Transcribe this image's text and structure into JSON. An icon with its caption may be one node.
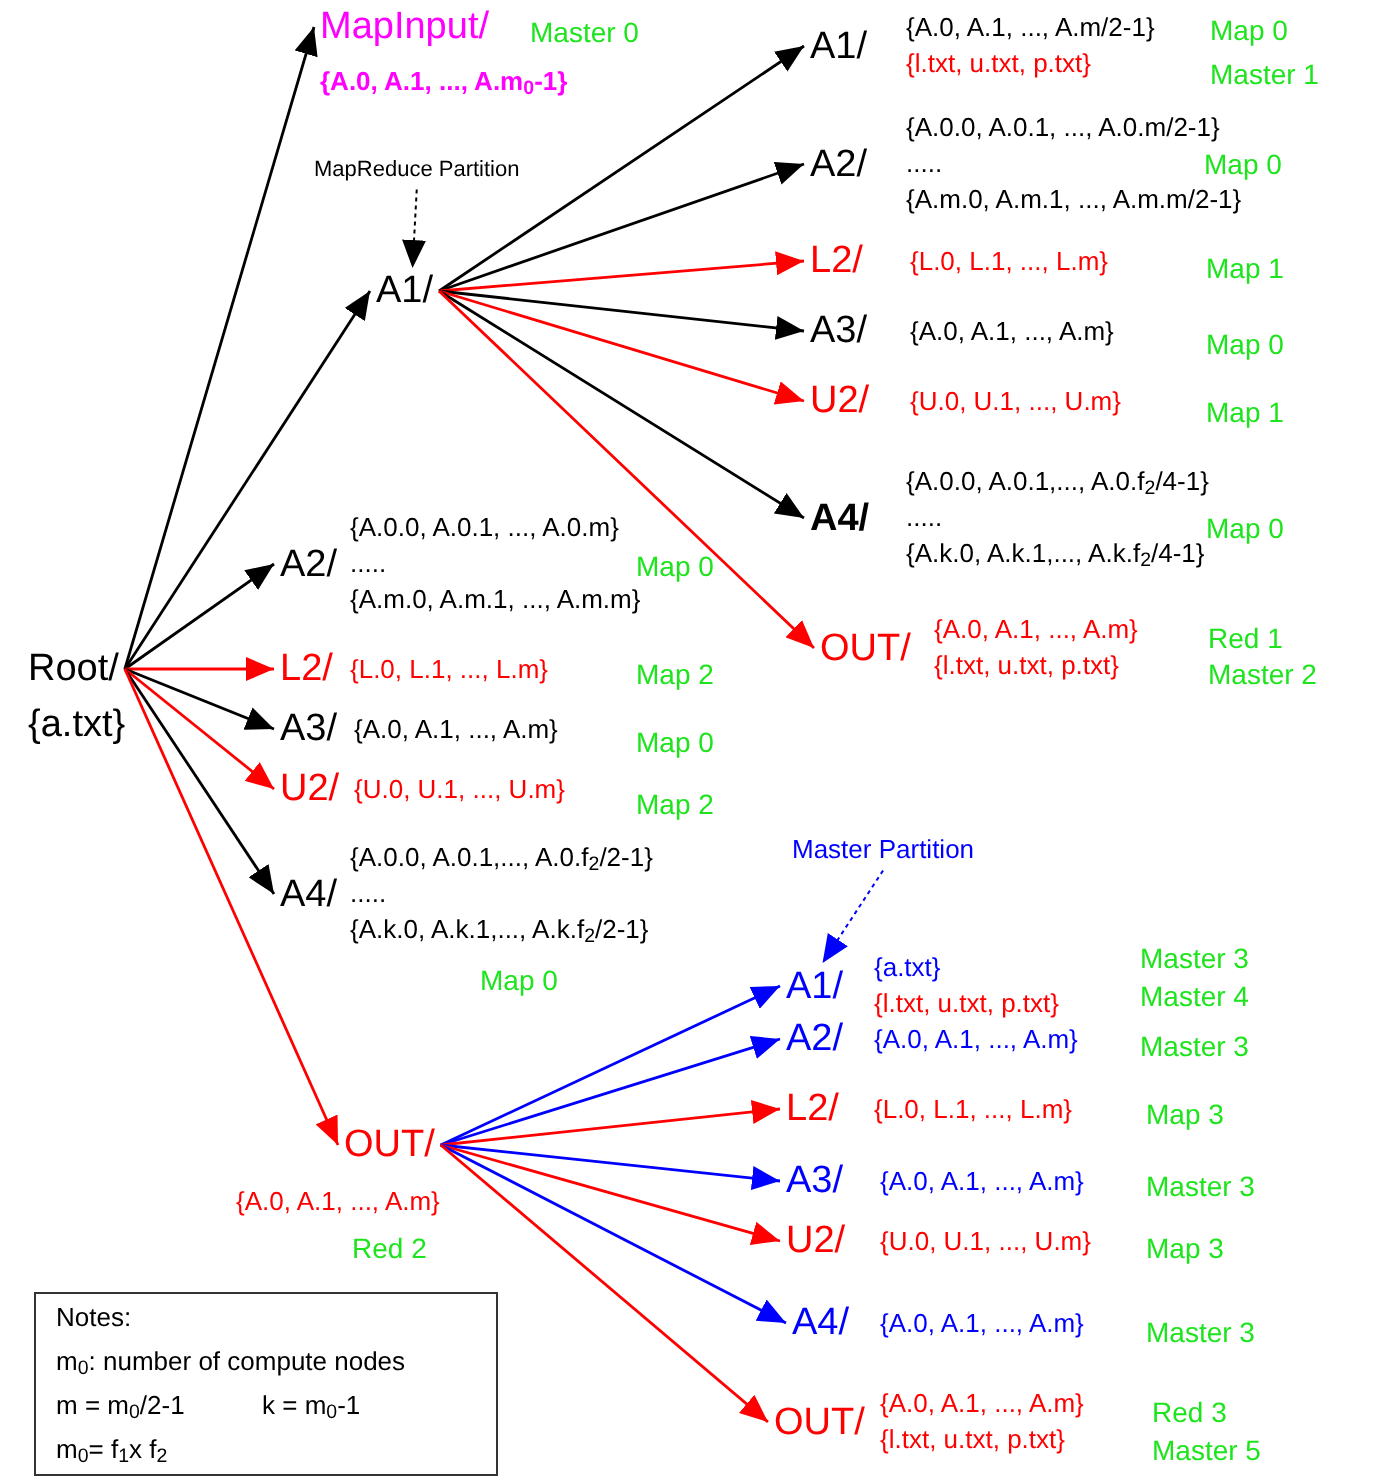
{
  "diagram": {
    "nodes": [
      {
        "text": [
          "Root/",
          "{a.txt}"
        ]
      },
      {
        "text": [
          "MapInput/",
          "{A.0, A.1, ..., A.m$_{0}$-1}"
        ],
        "beside": [
          "Master 0"
        ]
      },
      {
        "text": [
          "A1/"
        ]
      },
      {
        "text": [
          "MapReduce Partition"
        ]
      },
      {
        "text": [
          "A1/",
          "{A.0, A.1, ..., A.m/2-1}",
          "{l.txt, u.txt, p.txt}"
        ],
        "beside": [
          "Map 0",
          "Master 1"
        ]
      },
      {
        "text": [
          "A2/",
          "{A.0.0, A.0.1, ..., A.0.m/2-1}",
          ".....",
          "{A.m.0, A.m.1, ..., A.m.m/2-1}"
        ],
        "beside": [
          "Map 0"
        ]
      },
      {
        "text": [
          "L2/",
          "{L.0, L.1, ..., L.m}"
        ],
        "beside": [
          "Map 1"
        ]
      },
      {
        "text": [
          "A3/",
          "{A.0, A.1, ..., A.m}"
        ],
        "beside": [
          "Map 0"
        ]
      },
      {
        "text": [
          "U2/",
          "{U.0, U.1, ..., U.m}"
        ],
        "beside": [
          "Map 1"
        ]
      },
      {
        "text": [
          "A4/",
          "{A.0.0, A.0.1,..., A.0.f$_{2}$/4-1}",
          ".....",
          "{A.k.0, A.k.1,..., A.k.f$_{2}$/4-1}"
        ],
        "beside": [
          "Map 0"
        ]
      },
      {
        "text": [
          "OUT/",
          "{A.0, A.1, ..., A.m}",
          "{l.txt, u.txt, p.txt}"
        ],
        "beside": [
          "Red 1",
          "Master 2"
        ]
      },
      {
        "text": [
          "A2/",
          "{A.0.0, A.0.1, ..., A.0.m}",
          ".....",
          "{A.m.0, A.m.1, ..., A.m.m}"
        ],
        "beside": [
          "Map 0"
        ]
      },
      {
        "text": [
          "L2/",
          "{L.0, L.1, ..., L.m}"
        ],
        "beside": [
          "Map 2"
        ]
      },
      {
        "text": [
          "A3/",
          "{A.0, A.1, ..., A.m}"
        ],
        "beside": [
          "Map 0"
        ]
      },
      {
        "text": [
          "U2/",
          "{U.0, U.1, ..., U.m}"
        ],
        "beside": [
          "Map 2"
        ]
      },
      {
        "text": [
          "A4/",
          "{A.0.0, A.0.1,..., A.0.f$_{2}$/2-1}",
          ".....",
          "{A.k.0, A.k.1,..., A.k.f$_{2}$/2-1}"
        ],
        "beside": [
          "Map 0"
        ]
      },
      {
        "text": [
          "OUT/",
          "{A.0, A.1, ..., A.m}"
        ],
        "beside": [
          "Red 2"
        ]
      },
      {
        "text": [
          "Master Partition"
        ]
      },
      {
        "text": [
          "A1/",
          "{a.txt}",
          "{l.txt, u.txt, p.txt}"
        ],
        "beside": [
          "Master 3",
          "Master 4"
        ]
      },
      {
        "text": [
          "A2/",
          "{A.0, A.1, ..., A.m}"
        ],
        "beside": [
          "Master 3"
        ]
      },
      {
        "text": [
          "L2/",
          "{L.0, L.1, ..., L.m}"
        ],
        "beside": [
          "Map 3"
        ]
      },
      {
        "text": [
          "A3/",
          "{A.0, A.1, ..., A.m}"
        ],
        "beside": [
          "Master 3"
        ]
      },
      {
        "text": [
          "U2/",
          "{U.0, U.1, ..., U.m}"
        ],
        "beside": [
          "Map 3"
        ]
      },
      {
        "text": [
          "A4/",
          "{A.0, A.1, ..., A.m}"
        ],
        "beside": [
          "Master 3"
        ]
      },
      {
        "text": [
          "OUT/",
          "{A.0, A.1, ..., A.m}",
          "{l.txt, u.txt, p.txt}"
        ],
        "beside": [
          "Red 3",
          "Master 5"
        ]
      },
      {
        "text": [
          "Notes:",
          "m$_{0}$: number of compute nodes",
          "m = m$_{0}$/2-1",
          "k = m$_{0}$-1",
          "m$_{0}$= f$_{1}$x f$_{2}$"
        ]
      }
    ],
    "edges": [
      {
        "from": 0,
        "to": 1,
        "arrow": "to"
      },
      {
        "from": 0,
        "to": 2,
        "arrow": "to"
      },
      {
        "from": 0,
        "to": 11,
        "arrow": "to"
      },
      {
        "from": 0,
        "to": 12,
        "arrow": "to",
        "color": "#ff0000"
      },
      {
        "from": 0,
        "to": 13,
        "arrow": "to"
      },
      {
        "from": 0,
        "to": 14,
        "arrow": "to",
        "color": "#ff0000"
      },
      {
        "from": 0,
        "to": 15,
        "arrow": "to"
      },
      {
        "from": 0,
        "to": 16,
        "arrow": "to",
        "color": "#ff0000"
      },
      {
        "from": 3,
        "to": 2,
        "arrow": "to",
        "style": "dashed"
      },
      {
        "from": 2,
        "to": 4,
        "arrow": "to"
      },
      {
        "from": 2,
        "to": 5,
        "arrow": "to"
      },
      {
        "from": 2,
        "to": 6,
        "arrow": "to",
        "color": "#ff0000"
      },
      {
        "from": 2,
        "to": 7,
        "arrow": "to"
      },
      {
        "from": 2,
        "to": 8,
        "arrow": "to",
        "color": "#ff0000"
      },
      {
        "from": 2,
        "to": 9,
        "arrow": "to"
      },
      {
        "from": 2,
        "to": 10,
        "arrow": "to",
        "color": "#ff0000"
      },
      {
        "from": 17,
        "to": 18,
        "arrow": "to",
        "style": "dashed",
        "color": "#0000ff"
      },
      {
        "from": 16,
        "to": 18,
        "arrow": "to",
        "color": "#0000ff"
      },
      {
        "from": 16,
        "to": 19,
        "arrow": "to",
        "color": "#0000ff"
      },
      {
        "from": 16,
        "to": 20,
        "arrow": "to",
        "color": "#ff0000"
      },
      {
        "from": 16,
        "to": 21,
        "arrow": "to",
        "color": "#0000ff"
      },
      {
        "from": 16,
        "to": 22,
        "arrow": "to",
        "color": "#ff0000"
      },
      {
        "from": 16,
        "to": 23,
        "arrow": "to",
        "color": "#0000ff"
      },
      {
        "from": 16,
        "to": 24,
        "arrow": "to",
        "color": "#ff0000"
      }
    ]
  }
}
